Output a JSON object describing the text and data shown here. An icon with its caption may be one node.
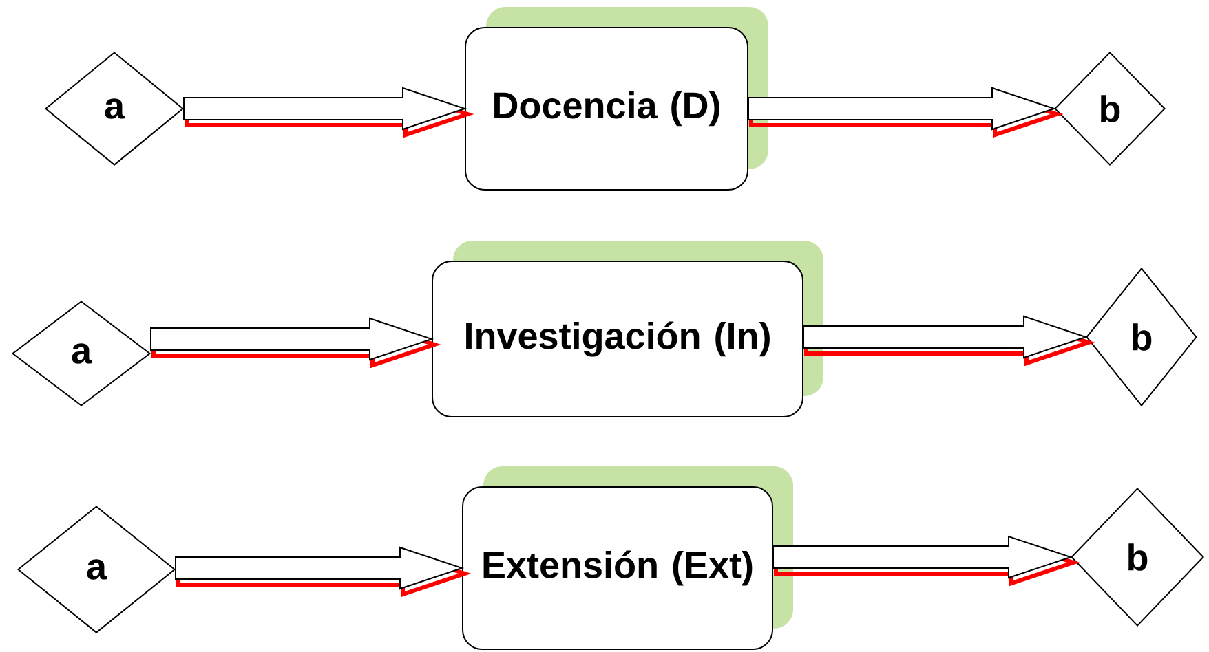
{
  "diagram": {
    "nodes": [
      {
        "text": [
          "a"
        ]
      },
      {
        "text": [
          "Docencia (D)"
        ]
      },
      {
        "text": [
          "b"
        ]
      },
      {
        "text": [
          "a"
        ]
      },
      {
        "text": [
          "Investigación (In)"
        ]
      },
      {
        "text": [
          "b"
        ]
      },
      {
        "text": [
          "a"
        ]
      },
      {
        "text": [
          "Extensión (Ext)"
        ]
      },
      {
        "text": [
          "b"
        ]
      }
    ],
    "edges": [
      {
        "from": 0,
        "to": 1,
        "arrow": "to"
      },
      {
        "from": 1,
        "to": 2,
        "arrow": "to"
      },
      {
        "from": 3,
        "to": 4,
        "arrow": "to"
      },
      {
        "from": 4,
        "to": 5,
        "arrow": "to"
      },
      {
        "from": 6,
        "to": 7,
        "arrow": "to"
      },
      {
        "from": 7,
        "to": 8,
        "arrow": "to"
      }
    ]
  }
}
